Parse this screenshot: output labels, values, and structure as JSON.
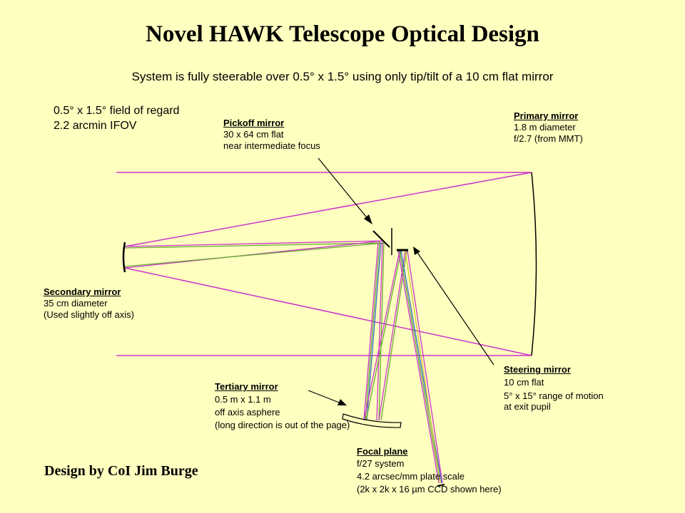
{
  "title": "Novel HAWK Telescope Optical Design",
  "subtitle": "System is fully steerable over 0.5° x 1.5° using only tip/tilt of a 10 cm flat mirror",
  "field": {
    "line1": "0.5° x 1.5° field of regard",
    "line2": "2.2 arcmin IFOV"
  },
  "pickoff": {
    "head": "Pickoff mirror",
    "line1": "30  x 64 cm flat",
    "line2": "near intermediate focus"
  },
  "primary": {
    "head": "Primary mirror",
    "line1": "1.8 m diameter",
    "line2": "f/2.7 (from MMT)"
  },
  "secondary": {
    "head": "Secondary mirror",
    "line1": "35 cm diameter",
    "line2": "(Used slightly off axis)"
  },
  "steering": {
    "head": "Steering mirror",
    "line1": "10 cm flat",
    "line2": "5° x 15° range of motion",
    "line3": "at exit pupil"
  },
  "tertiary": {
    "head": "Tertiary mirror",
    "line1": "0.5 m x 1.1 m",
    "line2": "off axis asphere",
    "line3": "(long direction is out of the page)"
  },
  "focal": {
    "head": "Focal plane",
    "line1": "f/27 system",
    "line2": "4.2 arcsec/mm plate scale",
    "line3": "(2k x 2k x 16 µm CCD shown here)"
  },
  "credit": "Design by CoI Jim Burge",
  "colors": {
    "background": "#FFFFC0",
    "ray_magenta": "#CC33CC",
    "ray_green": "#66AA33",
    "ray_blue": "#3366CC",
    "ray_yellow": "#CCCC33",
    "mirror": "#000000"
  }
}
